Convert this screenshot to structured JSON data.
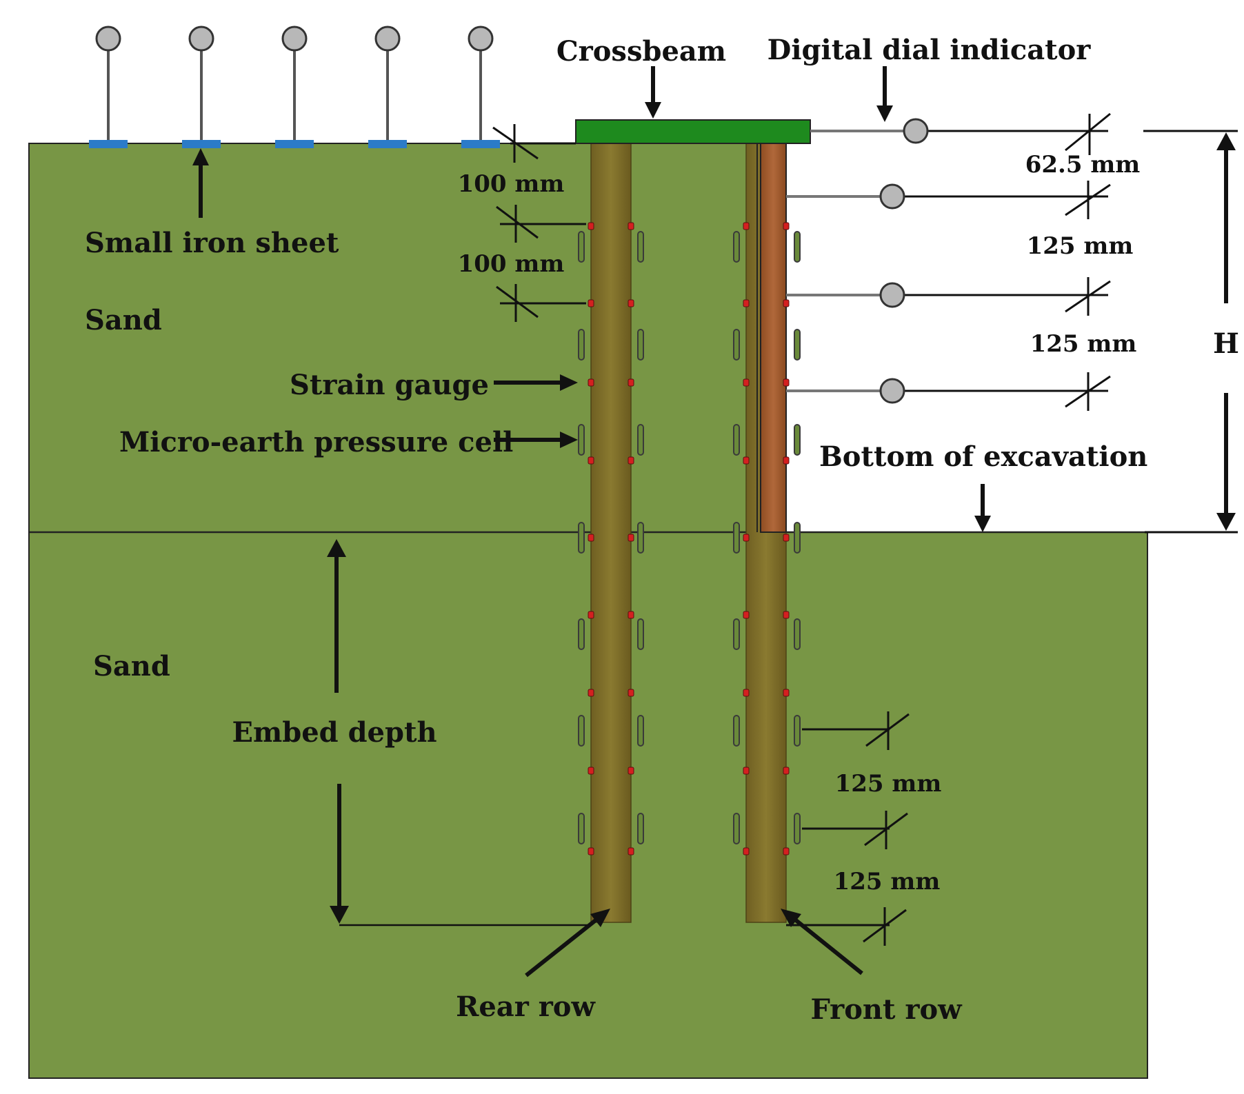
{
  "labels": {
    "crossbeam": "Crossbeam",
    "digital_dial_indicator": "Digital dial indicator",
    "small_iron_sheet": "Small iron sheet",
    "sand_upper": "Sand",
    "sand_lower": "Sand",
    "strain_gauge": "Strain gauge",
    "micro_earth_pressure_cell": "Micro-earth pressure cell",
    "bottom_of_excavation": "Bottom of excavation",
    "embed_depth": "Embed depth",
    "rear_row": "Rear row",
    "front_row": "Front row",
    "height": "H"
  },
  "dimensions": {
    "left_spacing_1": "100 mm",
    "left_spacing_2": "100 mm",
    "right_spacing_1": "62.5 mm",
    "right_spacing_2": "125 mm",
    "right_spacing_3": "125 mm",
    "lower_spacing_1": "125 mm",
    "lower_spacing_2": "125 mm"
  },
  "colors": {
    "soil": "#789645",
    "pile": "#7a6b28",
    "retaining_plate": "#a0582a",
    "crossbeam": "#1e8a1e",
    "iron_sheet": "#2b7bc8",
    "strain_gauge": "#d42020",
    "dial_ball": "#b8b8b8"
  },
  "counts": {
    "settlement_markers": 5,
    "dial_indicators": 4
  }
}
